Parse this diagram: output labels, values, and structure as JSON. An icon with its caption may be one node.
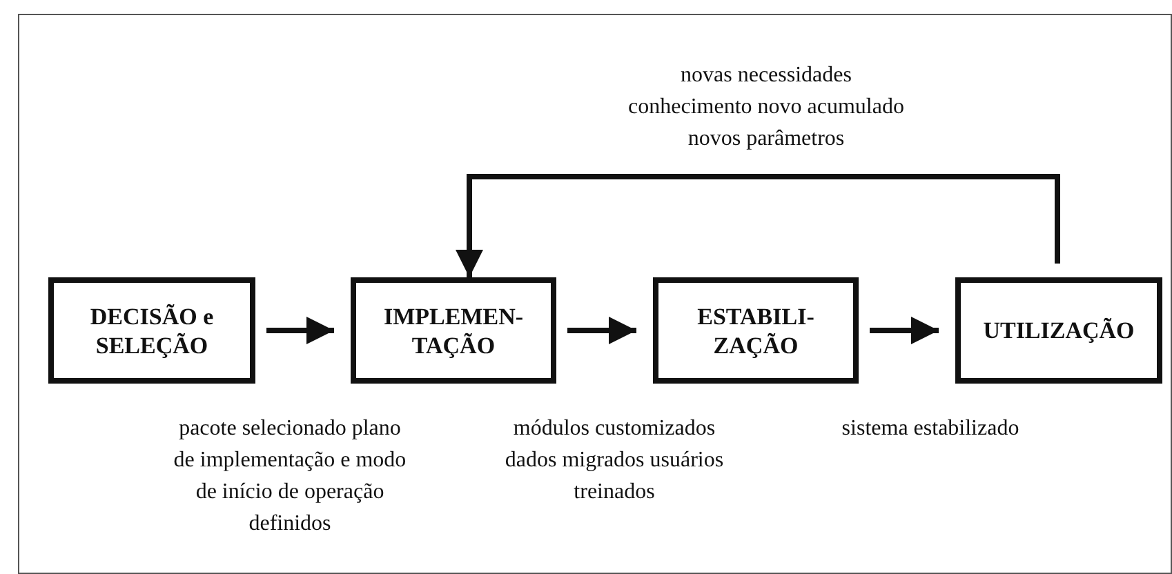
{
  "diagram": {
    "nodes": [
      {
        "text": [
          "DECISÃO e SELEÇÃO"
        ]
      },
      {
        "text": [
          "IMPLEMEN- TAÇÃO"
        ]
      },
      {
        "text": [
          "ESTABILI- ZAÇÃO"
        ]
      },
      {
        "text": [
          "UTILIZAÇÃO"
        ]
      }
    ],
    "edges": [
      {
        "from": 0,
        "to": 1,
        "arrow": "to",
        "label": "pacote selecionado plano de implementação e modo de início de operação definidos"
      },
      {
        "from": 1,
        "to": 2,
        "arrow": "to",
        "label": "módulos customizados dados migrados usuários treinados"
      },
      {
        "from": 2,
        "to": 3,
        "arrow": "to",
        "label": "sistema estabilizado"
      },
      {
        "from": 3,
        "to": 1,
        "arrow": "to",
        "label": "novas necessidades conhecimento novo acumulado novos parâmetros"
      }
    ]
  }
}
